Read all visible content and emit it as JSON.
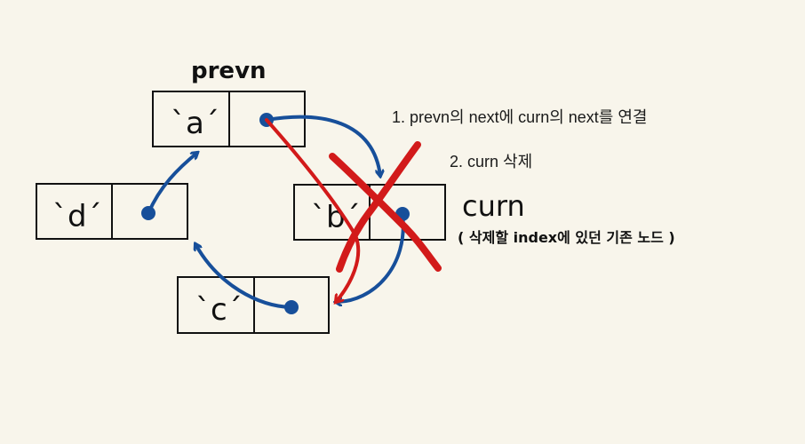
{
  "labels": {
    "prevn": "prevn",
    "curn": "curn",
    "curn_note": "( 삭제할 index에 있던 기존 노드 )"
  },
  "steps": [
    "1. prevn의 next에 curn의 next를 연결",
    "2. curn 삭제"
  ],
  "nodes": {
    "a": {
      "value": "`a´"
    },
    "b": {
      "value": "`b´"
    },
    "c": {
      "value": "`c´"
    },
    "d": {
      "value": "`d´"
    }
  },
  "colors": {
    "background": "#f8f5eb",
    "ink": "#111111",
    "blue": "#174f9a",
    "red": "#d21a1a"
  }
}
